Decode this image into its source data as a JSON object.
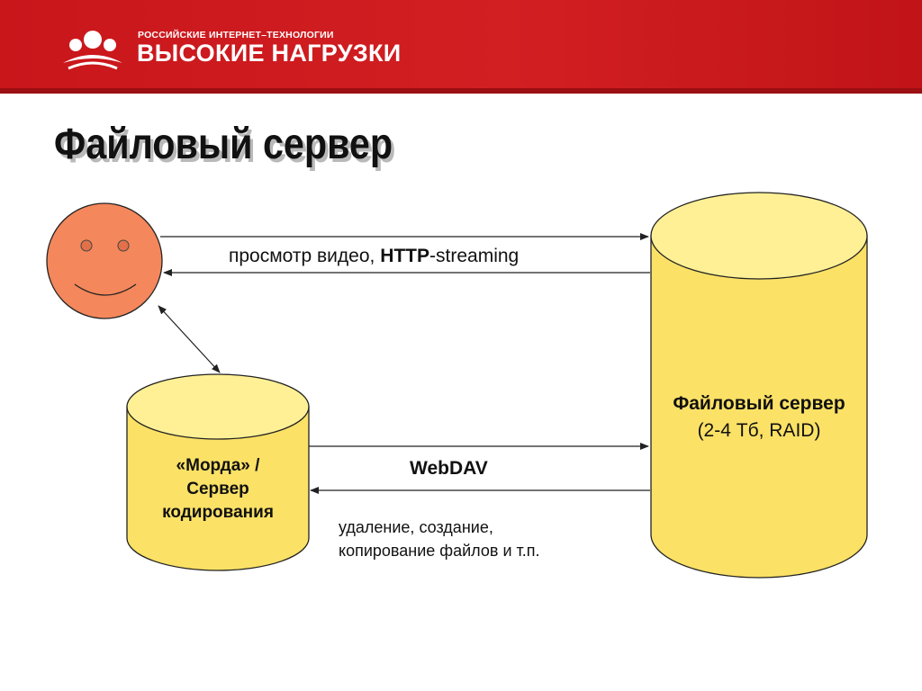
{
  "header": {
    "brand_small": "РОССИЙСКИЕ ИНТЕРНЕТ–ТЕХНОЛОГИИ",
    "brand_big": "ВЫСОКИЕ НАГРУЗКИ",
    "colors": {
      "band": "#d21f22",
      "text": "#ffffff"
    }
  },
  "slide": {
    "title": "Файловый сервер"
  },
  "diagram": {
    "user_icon": "smiley-face-icon",
    "file_server": {
      "title": "Файловый сервер",
      "subtitle": "(2-4 Тб, RAID)"
    },
    "encoding_server": {
      "line1": "«Морда» /",
      "line2": "Сервер",
      "line3": "кодирования"
    },
    "http_link": {
      "prefix": "просмотр видео, ",
      "bold": "HTTP",
      "suffix": "-streaming"
    },
    "webdav_link": {
      "label": "WebDAV",
      "note_line1": "удаление, создание,",
      "note_line2": "копирование файлов и т.п."
    },
    "colors": {
      "cylinder": "#fbe166",
      "cylinder_top": "#fff095",
      "face": "#f4875b",
      "stroke": "#222222"
    }
  }
}
